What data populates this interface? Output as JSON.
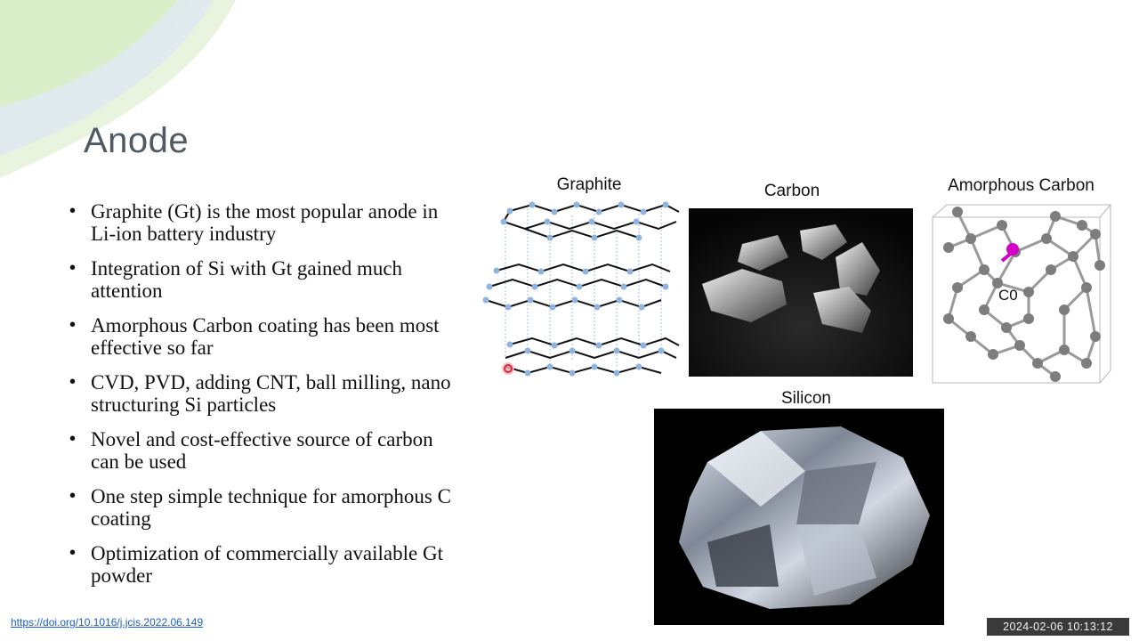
{
  "slide": {
    "title": "Anode",
    "bullets": [
      "Graphite (Gt) is the most popular anode in Li-ion battery industry",
      "Integration of Si with Gt gained much attention",
      "Amorphous Carbon coating has been most effective so far",
      "CVD, PVD, adding CNT, ball milling, nano structuring Si particles",
      "Novel and cost-effective source of carbon can be used",
      "One step simple technique for amorphous C coating",
      "Optimization of commercially available Gt powder"
    ],
    "figures": {
      "graphite_caption": "Graphite",
      "carbon_caption": "Carbon",
      "amorphous_caption": "Amorphous Carbon",
      "silicon_caption": "Silicon",
      "amorphous_label": "C0"
    },
    "reference": "https://doi.org/10.1016/j.jcis.2022.06.149"
  },
  "overlay": {
    "timestamp": "2024-02-06  10:13:12"
  },
  "colors": {
    "title": "#505a63",
    "swoosh_green": "#cfe6b8",
    "swoosh_blue": "#c9d7e8",
    "atom_blue": "#8fb4de",
    "atom_gray": "#8a8a8a",
    "highlight_magenta": "#d400c8",
    "pointer_red": "#e0263b"
  }
}
